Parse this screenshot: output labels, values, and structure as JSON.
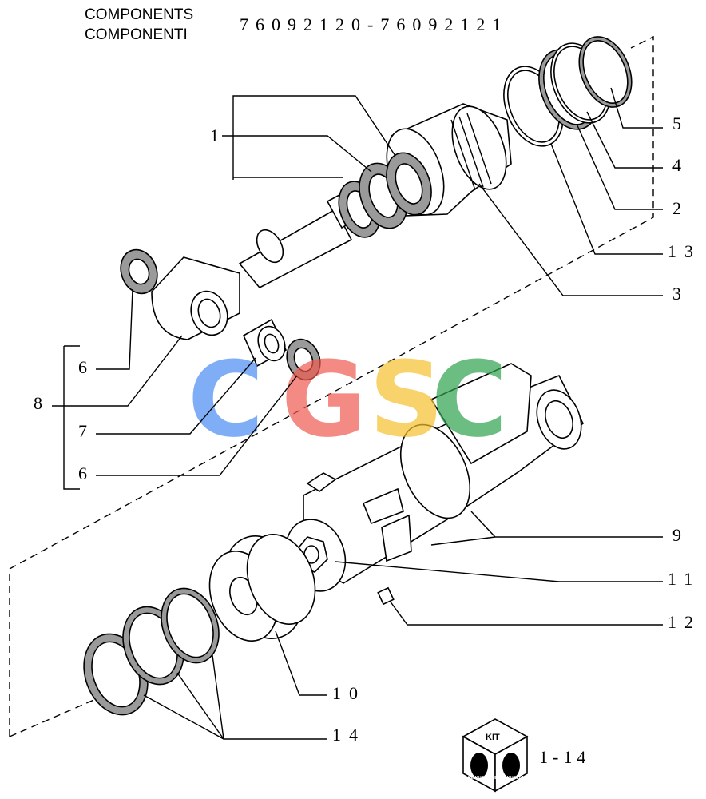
{
  "header": {
    "line1": "COMPONENTS",
    "line2": "COMPONENTI",
    "part_numbers": "76092120-76092121"
  },
  "callouts": {
    "c1": "1",
    "c2": "2",
    "c3": "3",
    "c4": "4",
    "c5": "5",
    "c6a": "6",
    "c6b": "6",
    "c7": "7",
    "c8": "8",
    "c9": "9",
    "c10": "10",
    "c11": "11",
    "c12": "12",
    "c13": "13",
    "c14": "14"
  },
  "kit": {
    "label": "KIT",
    "brand_left": "NEW HOLLAND",
    "brand_right": "NEW HOLLAND",
    "range": "1-14"
  },
  "watermark": {
    "letters": [
      "C",
      "G",
      "S",
      "C"
    ],
    "colors": [
      "#4a8cf5",
      "#ef5a4f",
      "#f6c02c",
      "#2fa24e"
    ]
  }
}
